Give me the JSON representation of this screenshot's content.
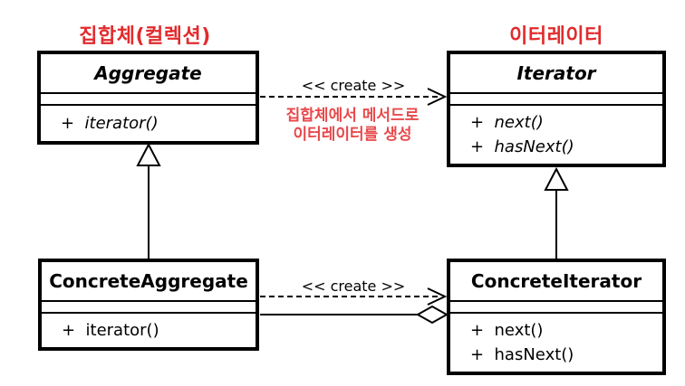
{
  "colors": {
    "heading_red": "#e12b2d",
    "annotation_red": "#e8494b",
    "line_black": "#000000",
    "bg_white": "#ffffff"
  },
  "headings": {
    "aggregate_ko": "집합체(컬렉션)",
    "iterator_ko": "이터레이터"
  },
  "classes": {
    "aggregate": {
      "name": "Aggregate",
      "abstract": true,
      "methods": [
        "+  iterator()"
      ]
    },
    "iterator": {
      "name": "Iterator",
      "abstract": true,
      "methods": [
        "+  next()",
        "+  hasNext()"
      ]
    },
    "concrete_aggregate": {
      "name": "ConcreteAggregate",
      "abstract": false,
      "methods": [
        "+  iterator()"
      ]
    },
    "concrete_iterator": {
      "name": "ConcreteIterator",
      "abstract": false,
      "methods": [
        "+  next()",
        "+  hasNext()"
      ]
    }
  },
  "relations": {
    "create_top_label": "<< create >>",
    "create_bottom_label": "<< create >>",
    "annotation_line1": "집합체에서 메서드로",
    "annotation_line2": "이터레이터를 생성"
  }
}
